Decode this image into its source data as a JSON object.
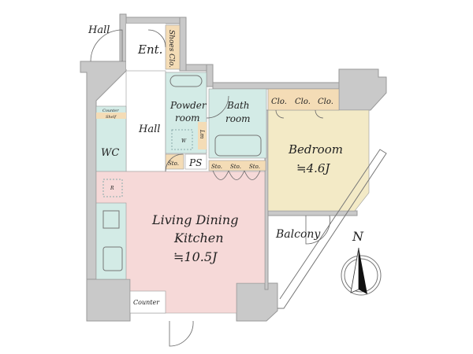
{
  "colors": {
    "wall": "#c9c9c9",
    "wet": "#d3ebe6",
    "closet": "#f4dcb6",
    "bedroom": "#f3eac6",
    "ldk": "#f6d9d8"
  },
  "rooms": {
    "hall_outer": "Hall",
    "entrance": "Ent.",
    "shoes_closet": "Shoes Clo.",
    "powder_room_1": "Powder",
    "powder_room_2": "room",
    "bath_room_1": "Bath",
    "bath_room_2": "room",
    "hall": "Hall",
    "wc": "WC",
    "wc_counter": "Counter",
    "wc_shelf": "Shelf",
    "laundry": "Lm",
    "washer": "W",
    "storage": "Sto.",
    "ps": "PS",
    "bath_storage": [
      "Sto.",
      "Sto.",
      "Sto."
    ],
    "closets": [
      "Clo.",
      "Clo.",
      "Clo."
    ],
    "bedroom": "Bedroom",
    "bedroom_size": "≒4.6J",
    "refrigerator": "R",
    "ldk_1": "Living Dining",
    "ldk_2": "Kitchen",
    "ldk_size": "≒10.5J",
    "counter": "Counter",
    "balcony": "Balcony"
  },
  "compass": {
    "label": "N",
    "icon": "north-arrow-icon"
  }
}
